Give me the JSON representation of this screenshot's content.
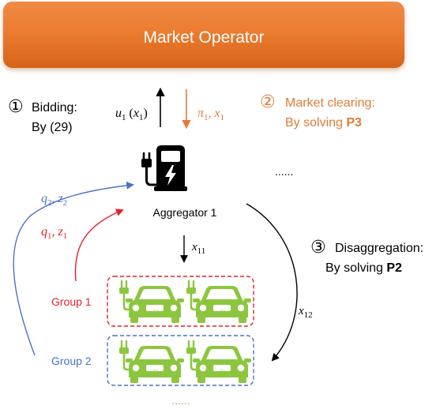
{
  "operator": {
    "label": "Market Operator"
  },
  "steps": {
    "bidding": {
      "number": "①",
      "title": "Bidding:",
      "detail": "By (29)"
    },
    "clearing": {
      "number": "②",
      "title": "Market clearing:",
      "detail_prefix": "By solving ",
      "detail_bold": "P3"
    },
    "disaggregation": {
      "number": "③",
      "title": "Disaggregation:",
      "detail_prefix": "By solving ",
      "detail_bold": "P2"
    }
  },
  "math": {
    "u1": "u",
    "u1_sub": "1",
    "u1_arg": "(x",
    "u1_arg_sub": "1",
    "u1_close": ")",
    "pi": "π",
    "pi_sub": "1",
    "pi_sep": ", x",
    "pi_x_sub": "1",
    "x11": "x",
    "x11_sub": "11",
    "x12": "x",
    "x12_sub": "12",
    "q1": "q",
    "q1_sub": "1",
    "q1_sep": ", z",
    "z1_sub": "1",
    "q2": "q",
    "q2_sub": "2",
    "q2_sep": ", z",
    "z2_sub": "2"
  },
  "aggregator": {
    "label": "Aggregator 1",
    "icon": "ev-charging-station-icon"
  },
  "ellipsis_right": "......",
  "ellipsis_bottom": "......",
  "groups": [
    {
      "label": "Group 1",
      "color": "#e8202a",
      "cars": [
        "EV",
        "EV"
      ]
    },
    {
      "label": "Group 2",
      "color": "#4a72c4",
      "cars": [
        "EV",
        "EV"
      ]
    }
  ],
  "colors": {
    "operator_fill": "#ea7a2e",
    "clearing_orange": "#e07b39",
    "ev_green": "#8cc63f",
    "red": "#e8202a",
    "blue": "#4a72c4",
    "black": "#000000"
  }
}
